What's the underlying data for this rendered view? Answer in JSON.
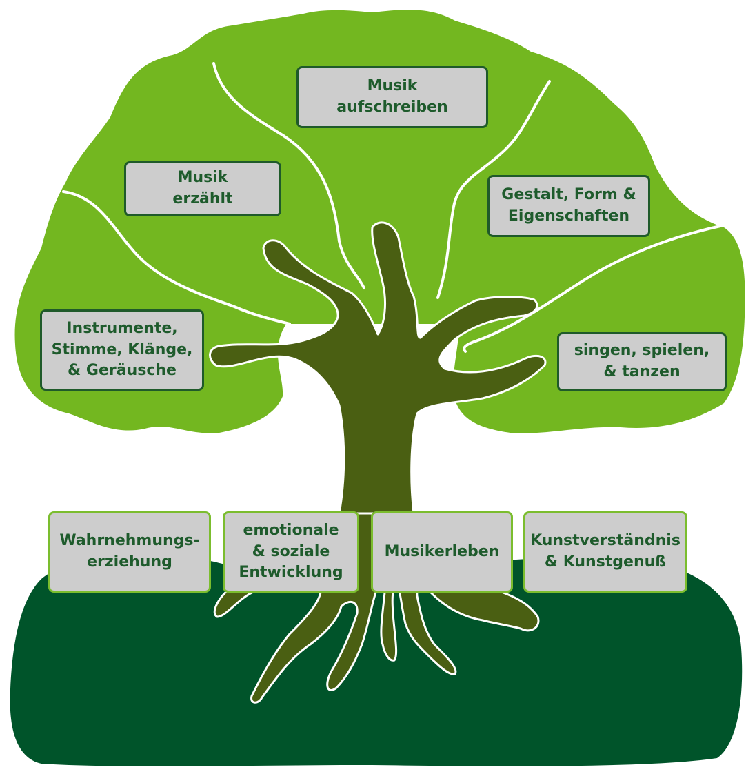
{
  "colors": {
    "crown": "#73b720",
    "crown_outline": "#ffffff",
    "trunk": "#4a5f12",
    "ground": "#00542a",
    "box_fill": "#cdcdcd",
    "box_text": "#1e5b2c",
    "branch_box_border": "#1f5a2a",
    "root_box_border": "#7bbd2e"
  },
  "branches": [
    {
      "id": "musik-aufschreiben",
      "text": "Musik\naufschreiben"
    },
    {
      "id": "musik-erzaehlt",
      "text": "Musik\nerzählt"
    },
    {
      "id": "gestalt",
      "text": "Gestalt, Form &\nEigenschaften"
    },
    {
      "id": "instrumente",
      "text": "Instrumente,\nStimme, Klänge,\n& Geräusche"
    },
    {
      "id": "singen",
      "text": "singen, spielen,\n& tanzen"
    }
  ],
  "roots": [
    {
      "id": "wahrnehmung",
      "text": "Wahrnehmungs-\nerziehung"
    },
    {
      "id": "emotionale",
      "text": "emotionale\n& soziale\nEntwicklung"
    },
    {
      "id": "musikerleben",
      "text": "Musikerleben"
    },
    {
      "id": "kunst",
      "text": "Kunstverständnis\n& Kunstgenuß"
    }
  ]
}
